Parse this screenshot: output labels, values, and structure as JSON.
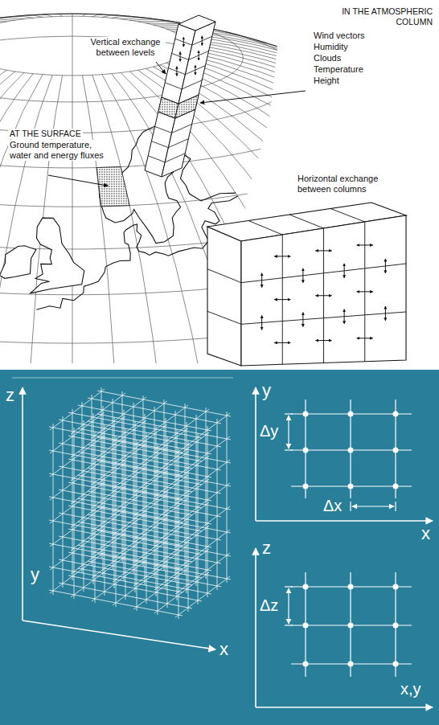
{
  "diagram": {
    "labels": [
      "IN THE ATMOSPHERIC COLUMN",
      "Vertical exchange between levels",
      "Wind vectors",
      "Humidity",
      "Clouds",
      "Temperature",
      "Height",
      "AT THE SURFACE",
      "Ground temperature, water and energy fluxes",
      "Horizontal exchange between columns",
      "z",
      "y",
      "x",
      "y",
      "Δy",
      "x",
      "Δx",
      "z",
      "Δz",
      "x,y"
    ]
  }
}
